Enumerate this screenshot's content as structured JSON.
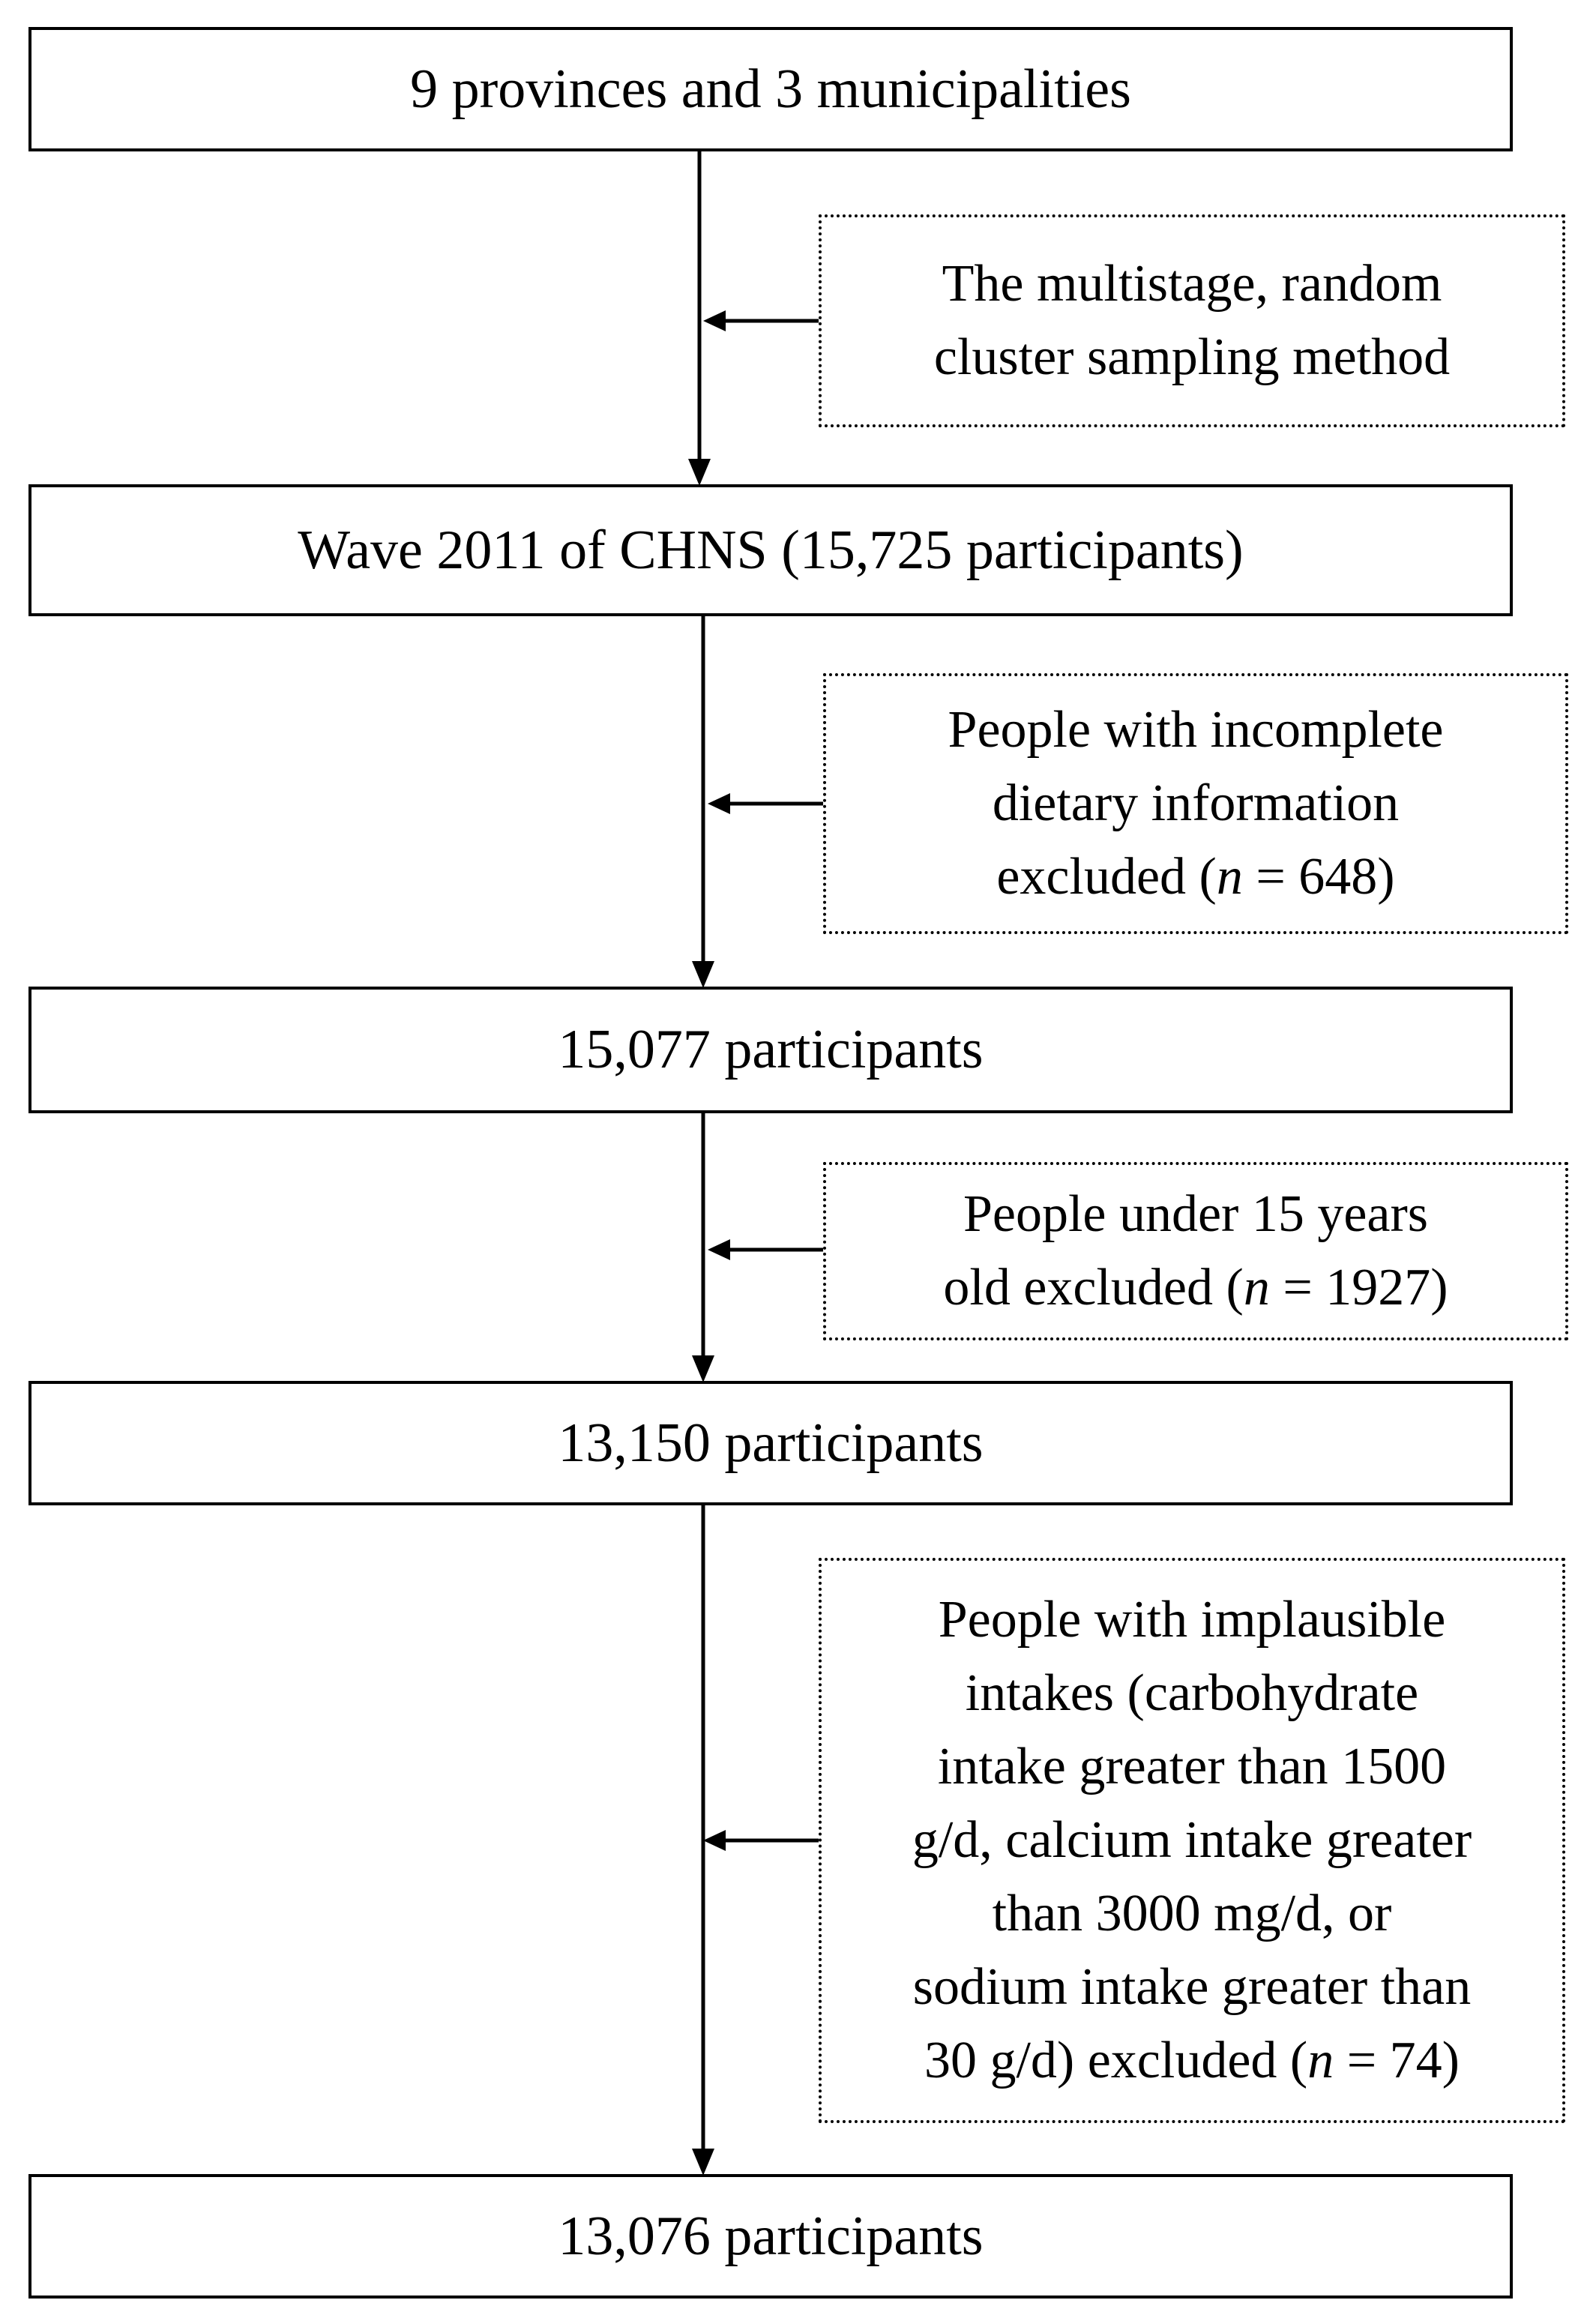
{
  "flow": {
    "steps": [
      {
        "label": "9 provinces and 3 municipalities"
      },
      {
        "label": "Wave 2011 of CHNS (15,725 participants)"
      },
      {
        "label": "15,077 participants"
      },
      {
        "label": "13,150 participants"
      },
      {
        "label": "13,076 participants"
      }
    ],
    "side_notes": [
      {
        "lines": [
          "The multistage, random",
          "cluster sampling method"
        ]
      },
      {
        "lines": [
          "People with incomplete",
          "dietary information"
        ],
        "tail_pre": "excluded (",
        "n_symbol": "n",
        "tail_post": " = 648)"
      },
      {
        "lines": [
          "People under 15 years"
        ],
        "tail_pre": "old excluded (",
        "n_symbol": "n",
        "tail_post": " = 1927)"
      },
      {
        "lines": [
          "People with implausible",
          "intakes (carbohydrate",
          "intake greater than 1500",
          "g/d, calcium intake greater",
          "than 3000 mg/d, or",
          "sodium intake greater than"
        ],
        "tail_pre": "30 g/d) excluded (",
        "n_symbol": "n",
        "tail_post": " = 74)"
      }
    ]
  },
  "colors": {
    "stroke": "#000000",
    "background": "#ffffff"
  }
}
